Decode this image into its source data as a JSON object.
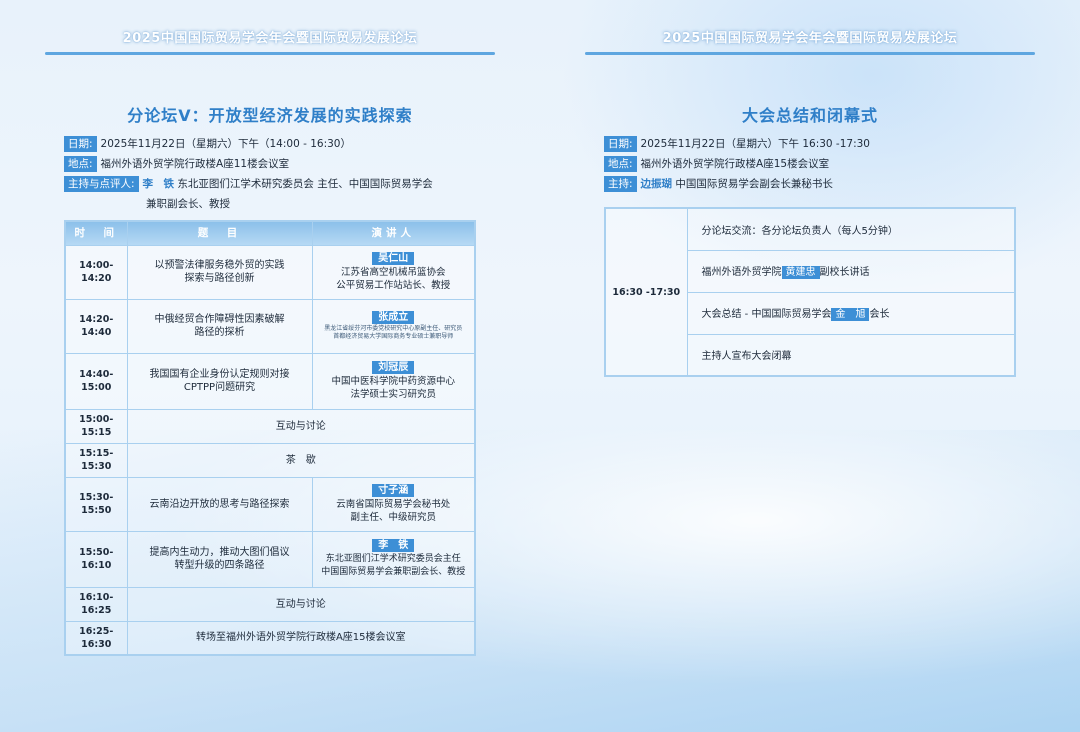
{
  "header_title": "2025中国国际贸易学会年会暨国际贸易发展论坛",
  "left": {
    "title": "分论坛Ⅴ：开放型经济发展的实践探索",
    "date_label": "日期:",
    "date_value": "2025年11月22日（星期六）下午（14:00 - 16:30）",
    "place_label": "地点:",
    "place_value": "福州外语外贸学院行政楼A座11楼会议室",
    "host_label": "主持与点评人:",
    "host_name": "李　铁",
    "host_desc1": "东北亚图们江学术研究委员会 主任、中国国际贸易学会",
    "host_desc2": "兼职副会长、教授",
    "table": {
      "headers": [
        "时　间",
        "题　目",
        "演讲人"
      ],
      "rows": [
        {
          "time": "14:00-14:20",
          "topic1": "以预警法律服务稳外贸的实践",
          "topic2": "探索与路径创新",
          "name": "吴仁山",
          "desc1": "江苏省高空机械吊篮协会",
          "desc2": "公平贸易工作站站长、教授"
        },
        {
          "time": "14:20-14:40",
          "topic1": "中俄经贸合作障碍性因素破解",
          "topic2": "路径的探析",
          "name": "张成立",
          "desc1": "黑龙江省绥芬河市委党校研究中心原副主任、研究员",
          "desc2": "首都经济贸易大学国际商务专业硕士兼职导师"
        },
        {
          "time": "14:40-15:00",
          "topic1": "我国国有企业身份认定规则对接",
          "topic2": "CPTPP问题研究",
          "name": "刘冠辰",
          "desc1": "中国中医科学院中药资源中心",
          "desc2": "法学硕士实习研究员"
        },
        {
          "time": "15:00-15:15",
          "span": "互动与讨论"
        },
        {
          "time": "15:15-15:30",
          "span": "茶　歇"
        },
        {
          "time": "15:30-15:50",
          "topic1": "云南沿边开放的思考与路径探索",
          "topic2": "",
          "name": "寸子涵",
          "desc1": "云南省国际贸易学会秘书处",
          "desc2": "副主任、中级研究员"
        },
        {
          "time": "15:50-16:10",
          "topic1": "提高内生动力，推动大图们倡议",
          "topic2": "转型升级的四条路径",
          "name": "李　铁",
          "desc1": "东北亚图们江学术研究委员会主任",
          "desc2": "中国国际贸易学会兼职副会长、教授"
        },
        {
          "time": "16:10-16:25",
          "span": "互动与讨论"
        },
        {
          "time": "16:25-16:30",
          "span": "转场至福州外语外贸学院行政楼A座15楼会议室"
        }
      ]
    }
  },
  "right": {
    "title": "大会总结和闭幕式",
    "date_label": "日期:",
    "date_value": "2025年11月22日（星期六）下午 16:30 -17:30",
    "place_label": "地点:",
    "place_value": "福州外语外贸学院行政楼A座15楼会议室",
    "host_label": "主持:",
    "host_name": "边振瑚",
    "host_desc": "中国国际贸易学会副会长兼秘书长",
    "table": {
      "time": "16:30 -17:30",
      "item1": "分论坛交流：各分论坛负责人（每人5分钟）",
      "item2_pre": "福州外语外贸学院",
      "item2_name": "黄建忠",
      "item2_post": "副校长讲话",
      "item3_pre": "大会总结 - 中国国际贸易学会",
      "item3_name": "金　旭",
      "item3_post": "会长",
      "item4": "主持人宣布大会闭幕"
    }
  }
}
